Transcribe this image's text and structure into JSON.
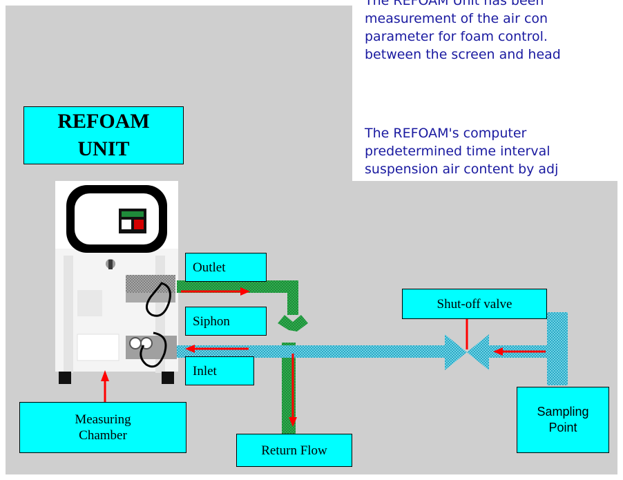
{
  "description": {
    "para1": [
      "The REFOAM Unit has been",
      "measurement of the air con",
      "parameter for foam control.",
      "between the screen and head"
    ],
    "para2": [
      "The REFOAM's computer",
      "predetermined time interval",
      "suspension air content by adj"
    ]
  },
  "labels": {
    "refoam_unit_line1": "REFOAM",
    "refoam_unit_line2": "UNIT",
    "outlet": "Outlet",
    "siphon": "Siphon",
    "inlet": "Inlet",
    "shutoff_valve": "Shut-off valve",
    "measuring_chamber_line1": "Measuring",
    "measuring_chamber_line2": "Chamber",
    "return_flow": "Return Flow",
    "sampling_point_line1": "Sampling",
    "sampling_point_line2": "Point"
  },
  "colors": {
    "background": "#cfcfcf",
    "label_fill": "#00ffff",
    "text_blue": "#1a1aa0",
    "outlet_pipe": "#1f8a3a",
    "inlet_pipe": "#33b7cf",
    "arrow": "#ff0000",
    "unit_body": "#ffffff"
  }
}
